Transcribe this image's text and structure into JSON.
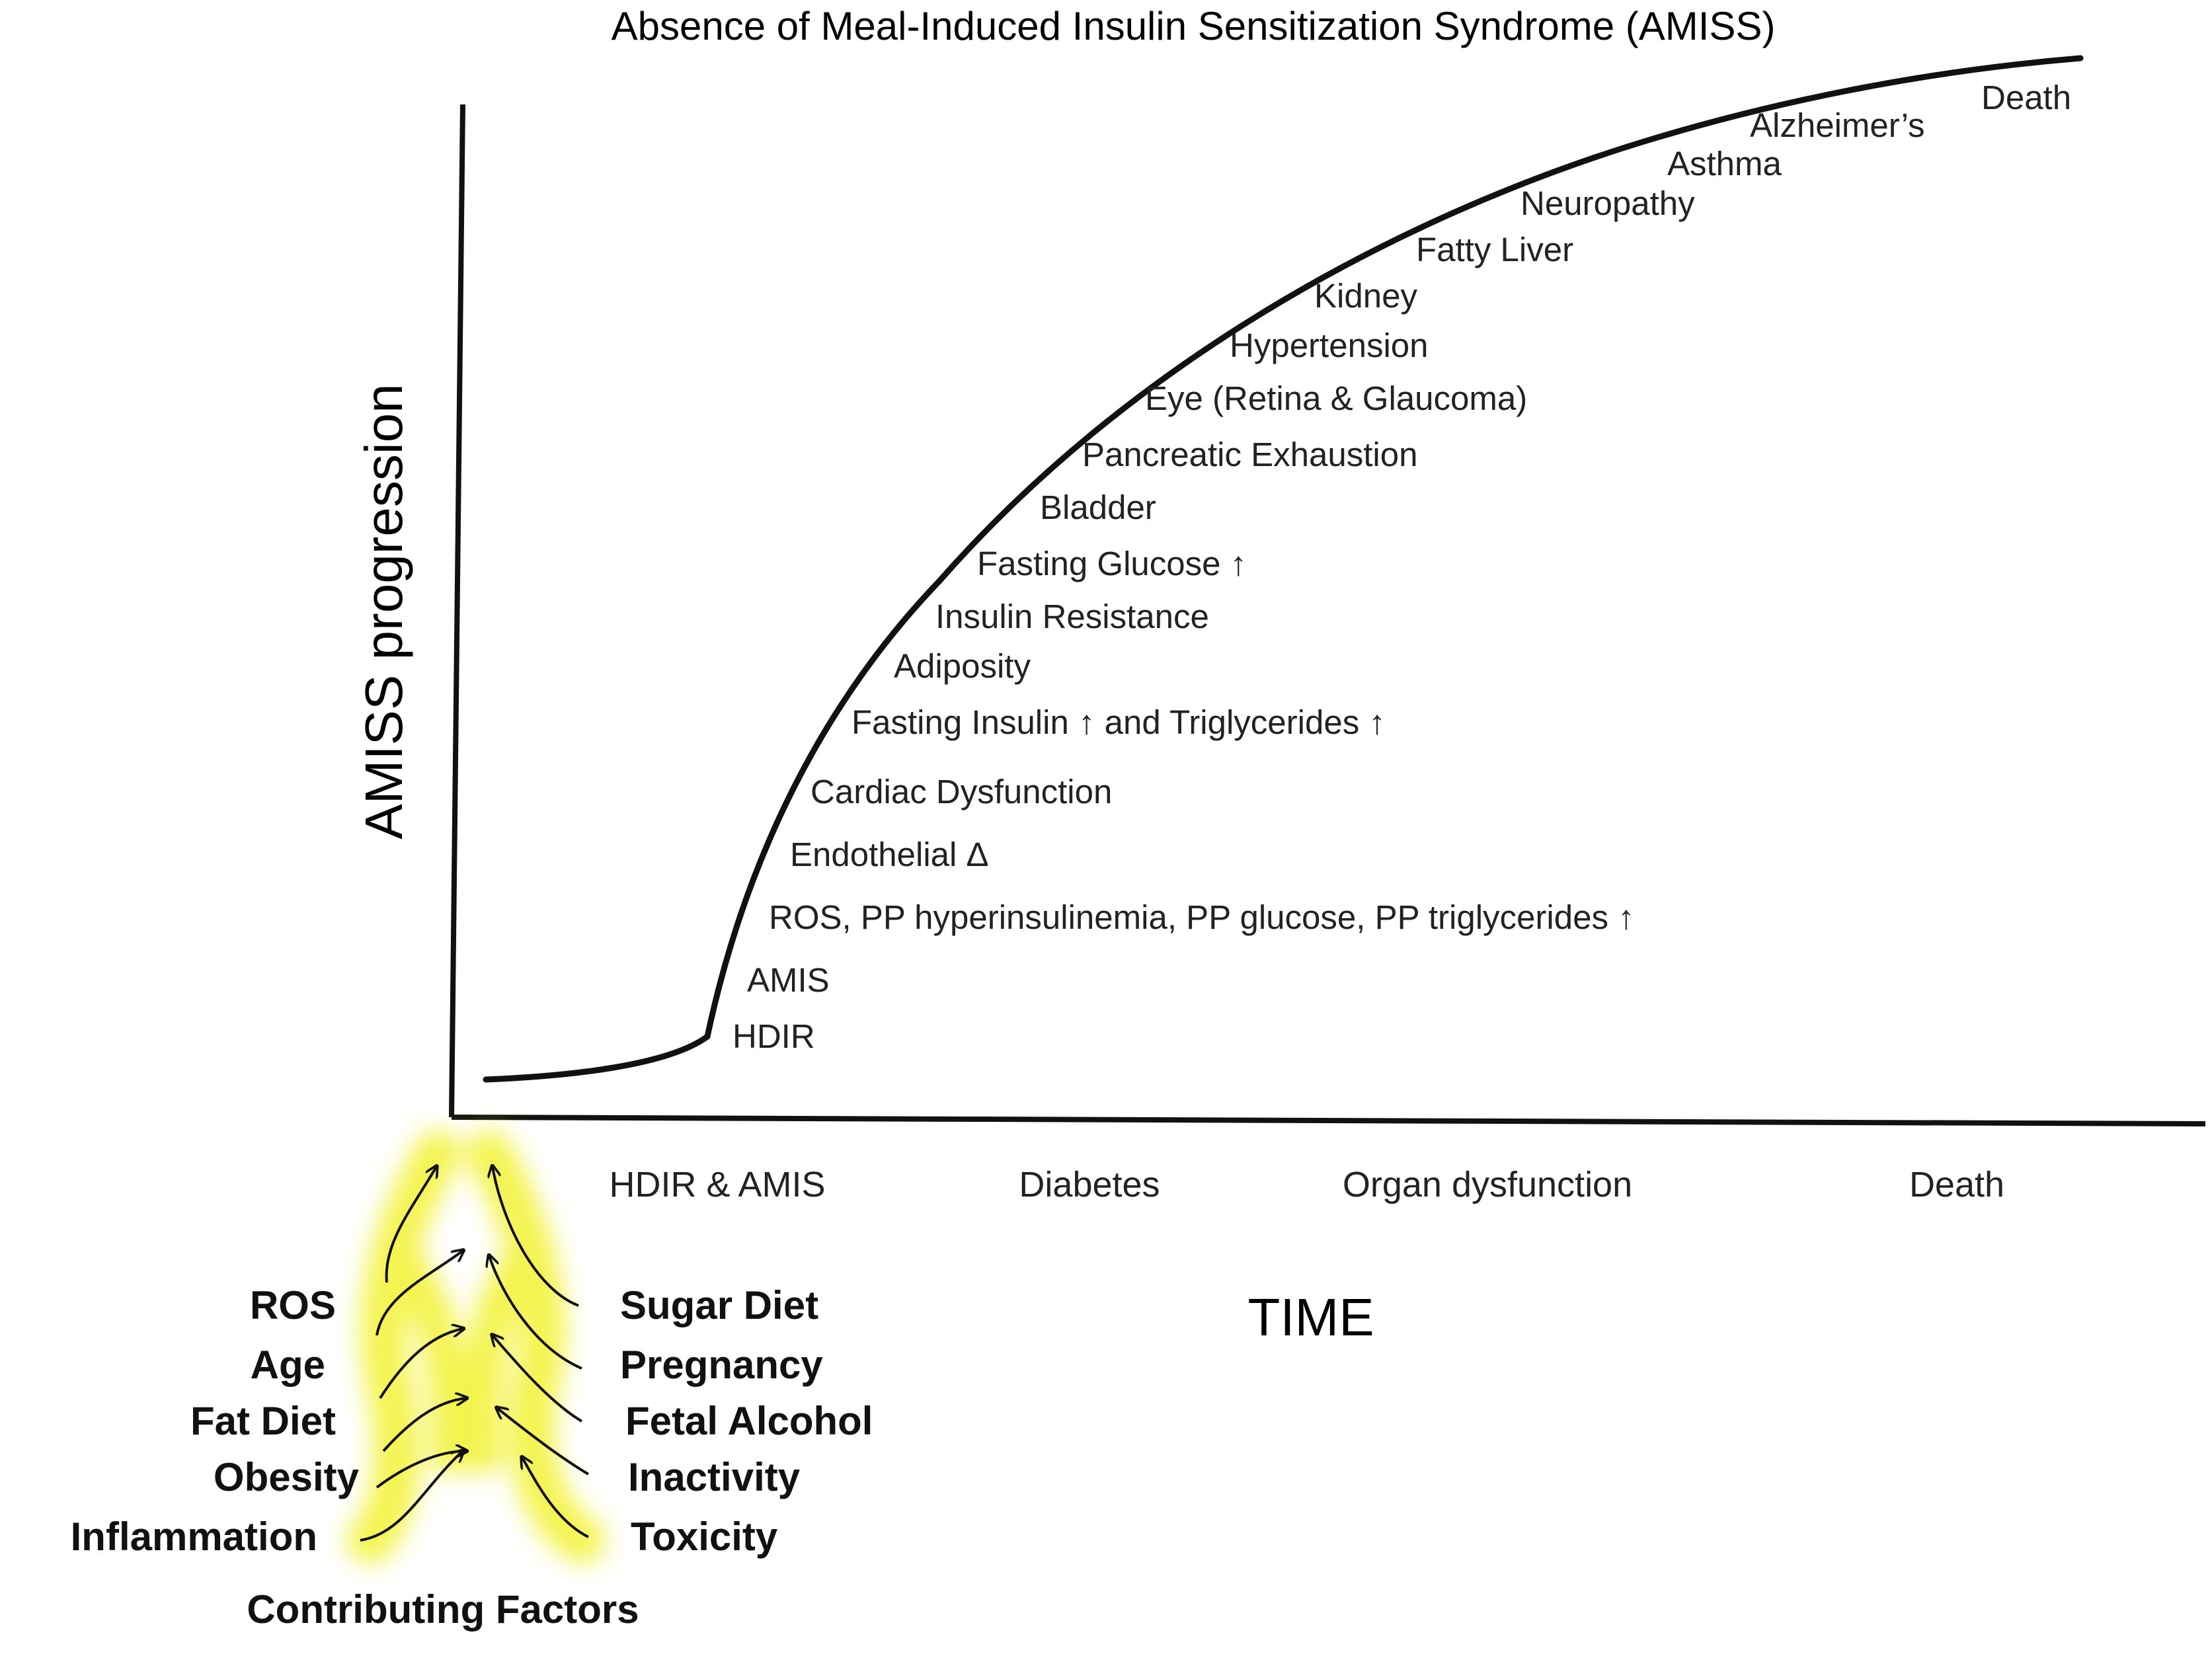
{
  "title": "Absence of Meal-Induced Insulin Sensitization Syndrome (AMISS)",
  "y_axis_label": "AMISS progression",
  "x_axis_label": "TIME",
  "x_phases": [
    "HDIR & AMIS",
    "Diabetes",
    "Organ dysfunction",
    "Death"
  ],
  "curve_stages": [
    "HDIR",
    "AMIS",
    "ROS, PP hyperinsulinemia, PP glucose, PP triglycerides ↑",
    "Endothelial Δ",
    "Cardiac Dysfunction",
    "Fasting Insulin ↑ and Triglycerides ↑",
    "Adiposity",
    "Insulin Resistance",
    "Fasting Glucose ↑",
    "Bladder",
    "Pancreatic Exhaustion",
    "Eye (Retina & Glaucoma)",
    "Hypertension",
    "Kidney",
    "Fatty Liver",
    "Neuropathy",
    "Asthma",
    "Alzheimer’s",
    "Death"
  ],
  "contributing_factors": {
    "label": "Contributing Factors",
    "left": [
      "ROS",
      "Age",
      "Fat Diet",
      "Obesity",
      "Inflammation"
    ],
    "right": [
      "Sugar Diet",
      "Pregnancy",
      "Fetal Alcohol",
      "Inactivity",
      "Toxicity"
    ]
  },
  "colors": {
    "line": "#111111",
    "glow": "#f2f230"
  }
}
